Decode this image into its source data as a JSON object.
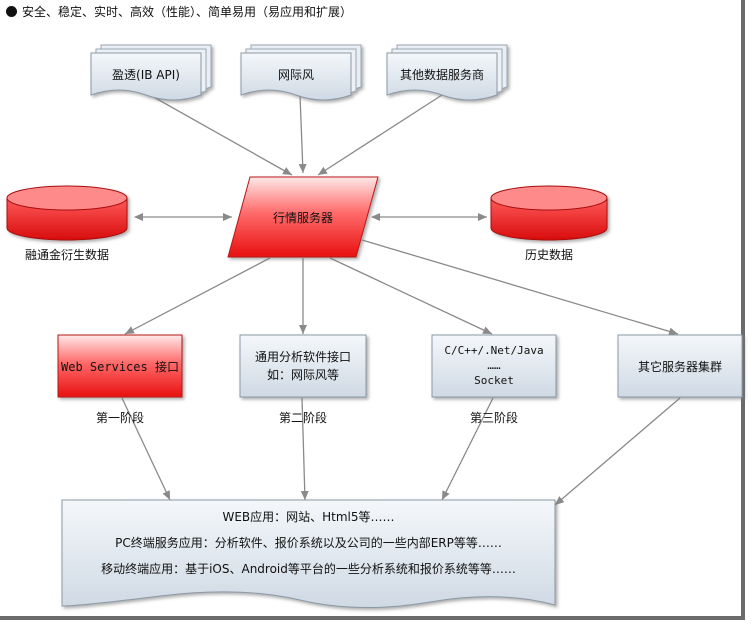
{
  "header": "安全、稳定、实时、高效（性能）、简单易用（易应用和扩展）",
  "sources": [
    "盈透(IB API)",
    "网际风",
    "其他数据服务商"
  ],
  "server": "行情服务器",
  "databases": {
    "left": "融通金衍生数据",
    "right": "历史数据"
  },
  "interfaces": {
    "web_services": "Web Services 接口",
    "general": [
      "通用分析软件接口",
      "如：网际风等"
    ],
    "languages": [
      "C/C++/.Net/Java",
      "……",
      "Socket"
    ],
    "other_cluster": "其它服务器集群"
  },
  "phases": [
    "第一阶段",
    "第二阶段",
    "第三阶段"
  ],
  "applications": [
    "WEB应用：网站、Html5等……",
    "PC终端服务应用：分析软件、报价系统以及公司的一些内部ERP等等……",
    "移动终端应用：基于iOS、Android等平台的一些分析系统和报价系统等等……"
  ],
  "colors": {
    "red": "#e81c1c",
    "blue_gray": "#dfe6ee",
    "arrow": "#8a8a8a"
  }
}
